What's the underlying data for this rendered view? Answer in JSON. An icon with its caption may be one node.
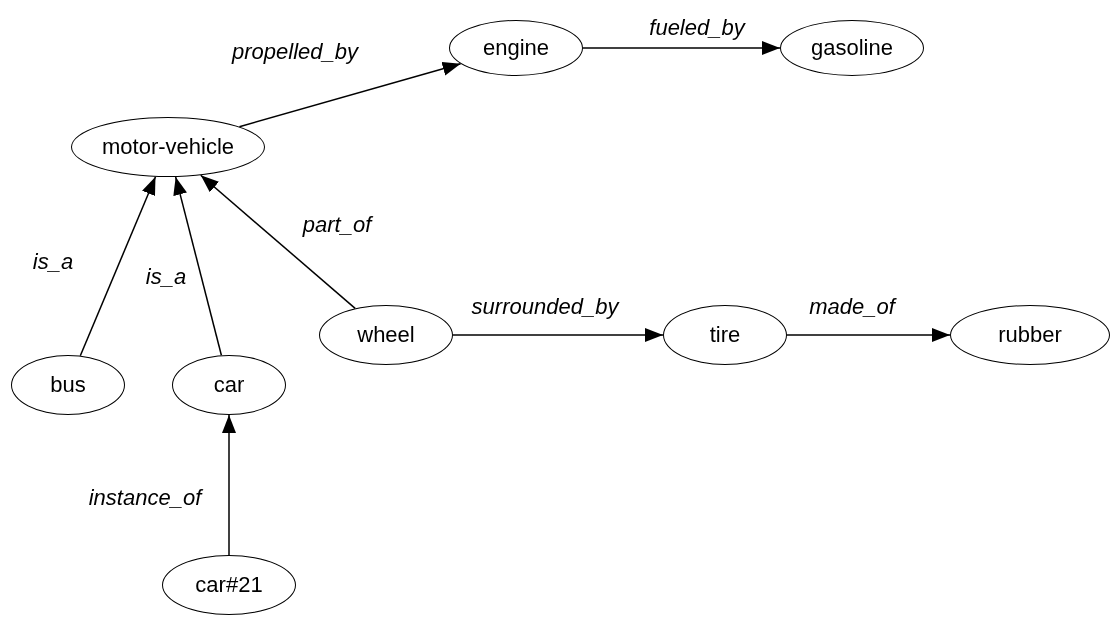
{
  "diagram": {
    "nodes": [
      {
        "text": [
          "motor-vehicle"
        ]
      },
      {
        "text": [
          "engine"
        ]
      },
      {
        "text": [
          "gasoline"
        ]
      },
      {
        "text": [
          "wheel"
        ]
      },
      {
        "text": [
          "tire"
        ]
      },
      {
        "text": [
          "rubber"
        ]
      },
      {
        "text": [
          "bus"
        ]
      },
      {
        "text": [
          "car"
        ]
      },
      {
        "text": [
          "car#21"
        ]
      }
    ],
    "edges": [
      {
        "from": 0,
        "to": 1,
        "arrow": "to",
        "label": "propelled_by"
      },
      {
        "from": 1,
        "to": 2,
        "arrow": "to",
        "label": "fueled_by"
      },
      {
        "from": 3,
        "to": 0,
        "arrow": "to",
        "label": "part_of"
      },
      {
        "from": 3,
        "to": 4,
        "arrow": "to",
        "label": "surrounded_by"
      },
      {
        "from": 4,
        "to": 5,
        "arrow": "to",
        "label": "made_of"
      },
      {
        "from": 6,
        "to": 0,
        "arrow": "to",
        "label": "is_a"
      },
      {
        "from": 7,
        "to": 0,
        "arrow": "to",
        "label": "is_a"
      },
      {
        "from": 8,
        "to": 7,
        "arrow": "to",
        "label": "instance_of"
      }
    ]
  }
}
